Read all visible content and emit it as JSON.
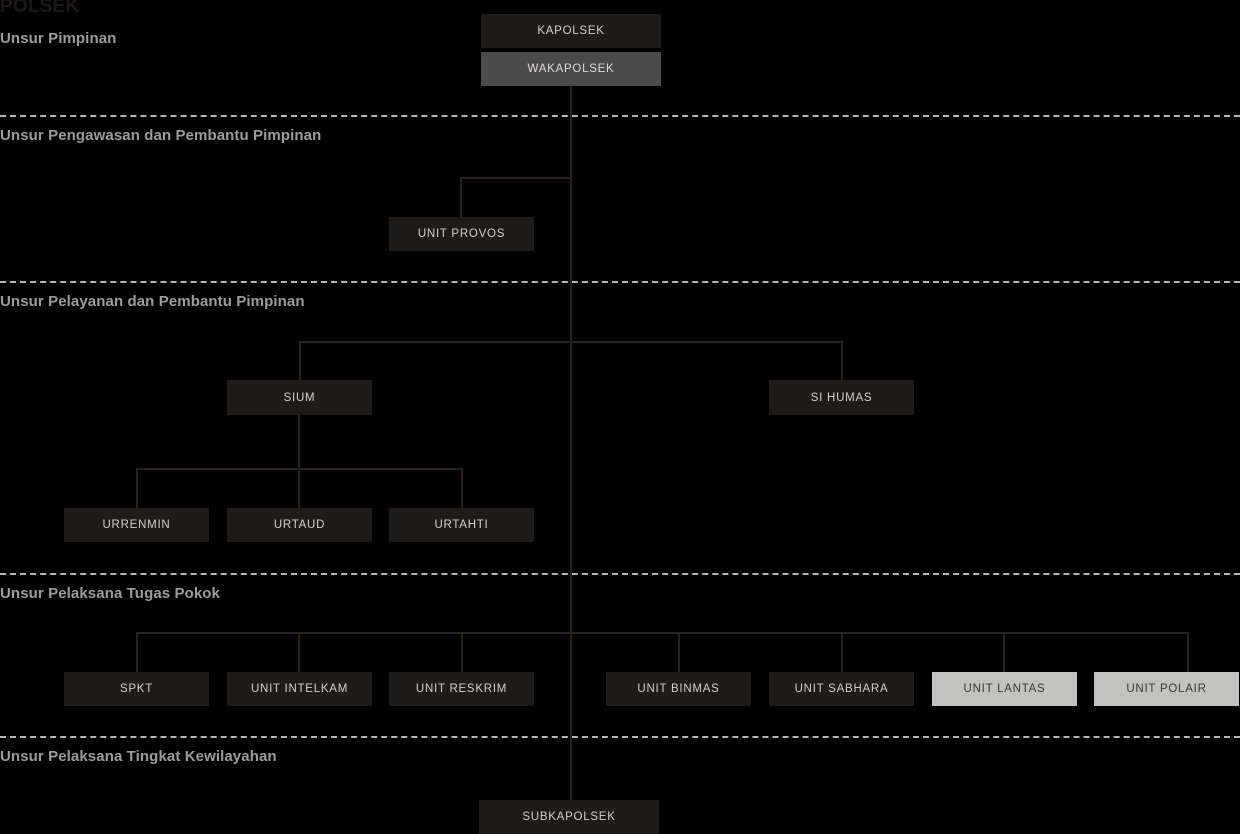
{
  "title": "POLSEK",
  "sections": [
    {
      "id": "pimpinan",
      "label": "Unsur Pimpinan"
    },
    {
      "id": "pengawasan",
      "label": "Unsur Pengawasan dan Pembantu Pimpinan"
    },
    {
      "id": "pelayanan",
      "label": "Unsur Pelayanan dan Pembantu Pimpinan"
    },
    {
      "id": "pelaksana",
      "label": "Unsur Pelaksana Tugas Pokok"
    },
    {
      "id": "kewilayahan",
      "label": "Unsur Pelaksana Tingkat Kewilayahan"
    }
  ],
  "nodes": {
    "kapolsek": {
      "label": "KAPOLSEK",
      "style": "dark"
    },
    "wakapolsek": {
      "label": "WAKAPOLSEK",
      "style": "mid"
    },
    "unit_provos": {
      "label": "UNIT PROVOS",
      "style": "dark"
    },
    "sium": {
      "label": "SIUM",
      "style": "dark"
    },
    "si_humas": {
      "label": "SI HUMAS",
      "style": "dark"
    },
    "urrenmin": {
      "label": "URRENMIN",
      "style": "dark"
    },
    "urtaud": {
      "label": "URTAUD",
      "style": "dark"
    },
    "urtahti": {
      "label": "URTAHTI",
      "style": "dark"
    },
    "spkt": {
      "label": "SPKT",
      "style": "dark"
    },
    "unit_intelkam": {
      "label": "UNIT INTELKAM",
      "style": "dark"
    },
    "unit_reskrim": {
      "label": "UNIT RESKRIM",
      "style": "dark"
    },
    "unit_binmas": {
      "label": "UNIT BINMAS",
      "style": "dark"
    },
    "unit_sabhara": {
      "label": "UNIT SABHARA",
      "style": "dark"
    },
    "unit_lantas": {
      "label": "UNIT LANTAS",
      "style": "light"
    },
    "unit_polair": {
      "label": "UNIT POLAIR",
      "style": "light"
    },
    "subkapolsek": {
      "label": "SUBKAPOLSEK",
      "style": "dark"
    }
  },
  "colors": {
    "background": "#000000",
    "box_dark": "#1e1b19",
    "box_mid": "#4b4b4b",
    "box_light": "#c2c2c0",
    "line": "#2a211e",
    "divider": "#b5b5b3",
    "section_label": "#9c9c9c",
    "title": "#1d1815",
    "text_on_dark": "#d3cfcb",
    "text_on_light": "#3a3a38"
  }
}
